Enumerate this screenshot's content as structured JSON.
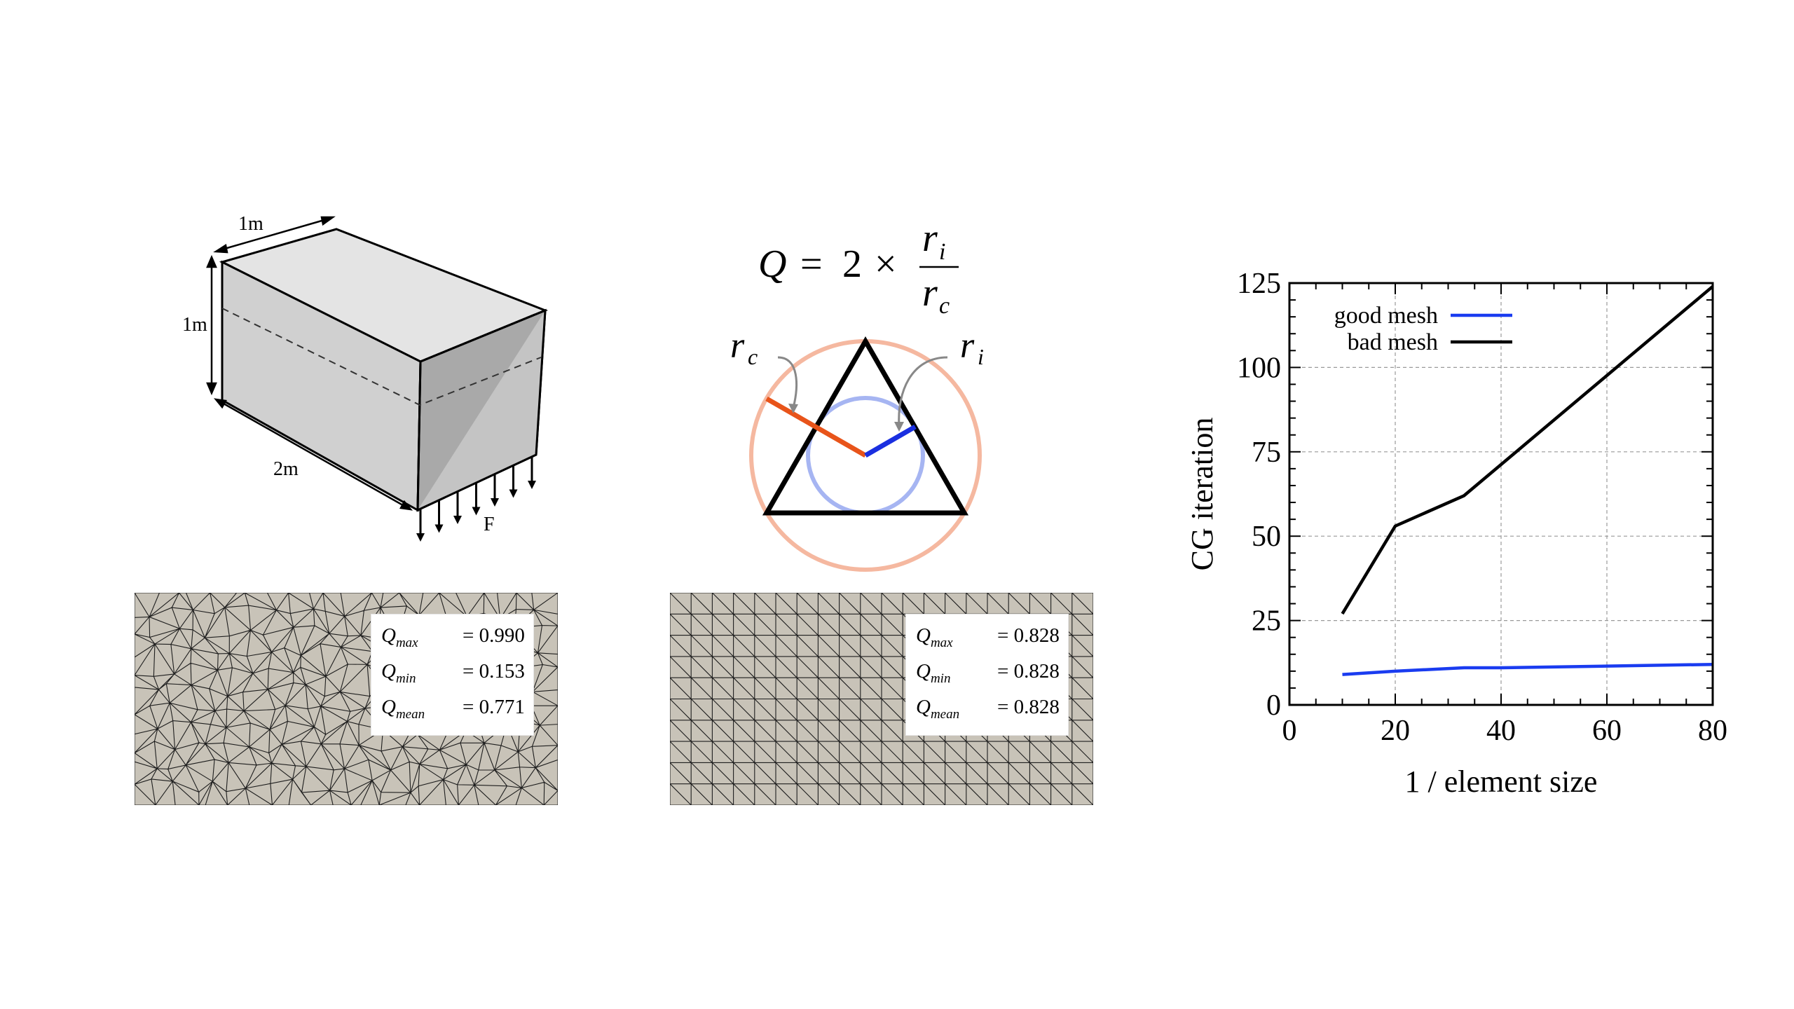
{
  "box_diagram": {
    "dim_width": "1m",
    "dim_height": "1m",
    "dim_length": "2m",
    "force_label": "F"
  },
  "quality_formula": {
    "lhs": "Q",
    "equals": "=",
    "coefficient": "2",
    "times": "×",
    "numerator": "r",
    "numerator_sub": "i",
    "denominator": "r",
    "denominator_sub": "c",
    "label_rc": "r",
    "label_rc_sub": "c",
    "label_ri": "r",
    "label_ri_sub": "i",
    "colors": {
      "circumcircle": "#f5b8a0",
      "incircle": "#a6b5f2",
      "rc_segment": "#e8541a",
      "ri_segment": "#1a2fe0",
      "triangle": "#000000"
    }
  },
  "mesh_bad": {
    "rows": [
      {
        "symbol": "Q",
        "sub": "max",
        "value": "= 0.990"
      },
      {
        "symbol": "Q",
        "sub": "min",
        "value": "= 0.153"
      },
      {
        "symbol": "Q",
        "sub": "mean",
        "value": "= 0.771"
      }
    ],
    "fill": "#c8c3b8"
  },
  "mesh_good": {
    "rows": [
      {
        "symbol": "Q",
        "sub": "max",
        "value": "= 0.828"
      },
      {
        "symbol": "Q",
        "sub": "min",
        "value": "= 0.828"
      },
      {
        "symbol": "Q",
        "sub": "mean",
        "value": "= 0.828"
      }
    ],
    "fill": "#c8c3b8"
  },
  "chart_data": {
    "type": "line",
    "title": "",
    "xlabel": "1 / element size",
    "ylabel": "CG iteration",
    "xlim": [
      0,
      80
    ],
    "ylim": [
      0,
      125
    ],
    "xticks": [
      0,
      20,
      40,
      60,
      80
    ],
    "yticks": [
      0,
      25,
      50,
      75,
      100,
      125
    ],
    "grid": true,
    "legend_position": "top-left",
    "series": [
      {
        "name": "good mesh",
        "color": "#1a3cf0",
        "x": [
          10,
          20,
          33,
          40,
          60,
          80
        ],
        "y": [
          9,
          10,
          11,
          11,
          11.5,
          12
        ]
      },
      {
        "name": "bad mesh",
        "color": "#000000",
        "x": [
          10,
          20,
          33,
          80
        ],
        "y": [
          27,
          53,
          62,
          124
        ]
      }
    ]
  }
}
